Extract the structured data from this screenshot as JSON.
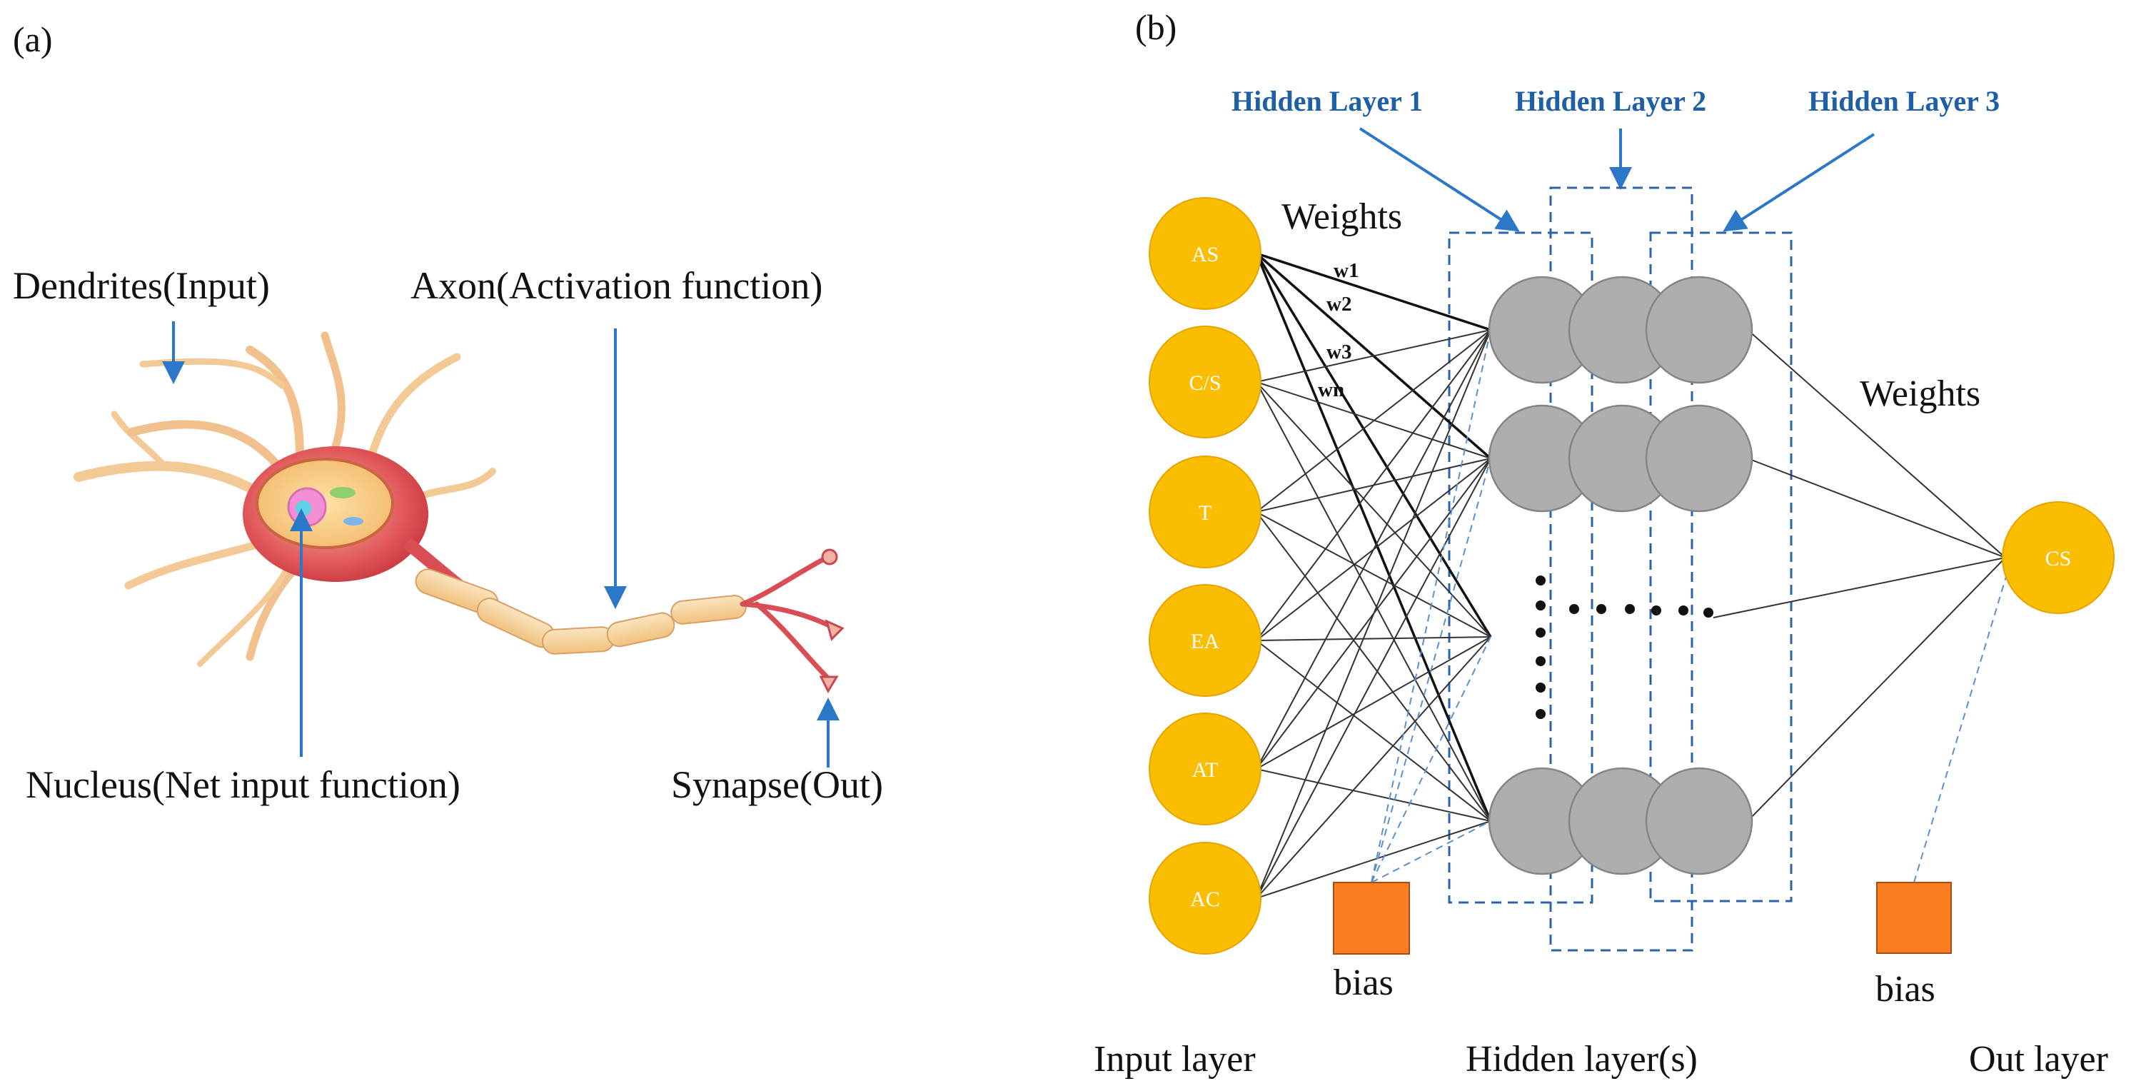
{
  "panel_a": {
    "label": "(a)",
    "dendrites_label": "Dendrites(Input)",
    "axon_label": "Axon(Activation function)",
    "nucleus_label": "Nucleus(Net input function)",
    "synapse_label": "Synapse(Out)"
  },
  "panel_b": {
    "label": "(b)",
    "hidden_layer_titles": [
      "Hidden Layer 1",
      "Hidden Layer 2",
      "Hidden Layer 3"
    ],
    "weights_left": "Weights",
    "weights_right": "Weights",
    "weight_labels": [
      "w1",
      "w2",
      "w3",
      "wn"
    ],
    "input_nodes": [
      "AS",
      "C/S",
      "T",
      "EA",
      "AT",
      "AC"
    ],
    "output_node": "CS",
    "bias_left": "bias",
    "bias_right": "bias",
    "input_layer_label": "Input layer",
    "hidden_layers_label": "Hidden layer(s)",
    "output_layer_label": "Out layer"
  },
  "colors": {
    "input_node": "#fbbd00",
    "hidden_node": "#aeaeae",
    "bias_box": "#fb7d21",
    "arrow": "#2b78c9",
    "layer_title": "#1f5fa6"
  }
}
